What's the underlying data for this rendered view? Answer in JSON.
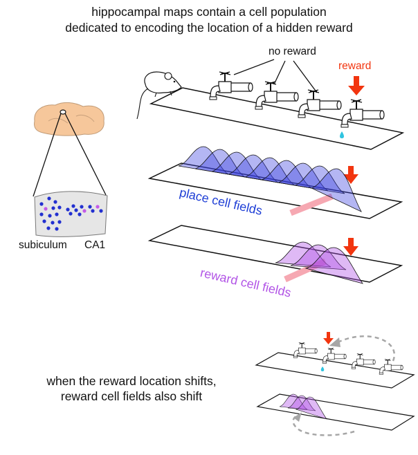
{
  "title": {
    "line1": "hippocampal maps contain a cell population",
    "line2": "dedicated to encoding the location of a hidden reward"
  },
  "labels": {
    "no_reward": "no reward",
    "reward": "reward",
    "place_cell_fields": "place cell fields",
    "reward_cell_fields": "reward cell fields",
    "subiculum": "subiculum",
    "ca1": "CA1"
  },
  "bottom_caption": {
    "line1": "when the reward location shifts,",
    "line2": "reward cell fields also shift"
  },
  "colors": {
    "reward_red": "#f2350f",
    "place_blue": "#2b2fd9",
    "reward_purple": "#a54fe0",
    "brain": "#f6c79b",
    "reward_track": "#f6a8b2",
    "water_drop": "#2fc4e0",
    "shift_arrow": "#a6a6a6"
  },
  "icons": [
    "mouse-icon",
    "faucet-icon",
    "brain-icon",
    "down-arrow-icon",
    "curved-arrow-icon",
    "water-drop-icon"
  ]
}
